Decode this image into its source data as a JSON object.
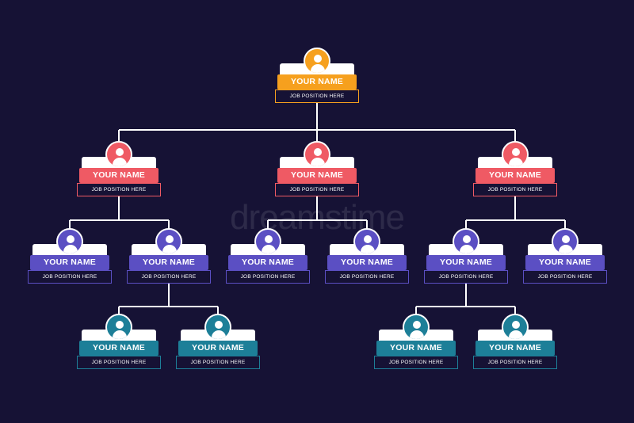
{
  "colors": {
    "background": "#161235",
    "level1": "#f6a01e",
    "level2": "#ef5a64",
    "level3": "#5b4fc3",
    "level4": "#1d7f98",
    "connector": "#ffffff"
  },
  "watermark": "dreamstime",
  "nodes": [
    {
      "id": "ceo",
      "level": 1,
      "name": "YOUR NAME",
      "position": "JOB POSITION HERE"
    },
    {
      "id": "m1",
      "level": 2,
      "name": "YOUR NAME",
      "position": "JOB POSITION HERE"
    },
    {
      "id": "m2",
      "level": 2,
      "name": "YOUR NAME",
      "position": "JOB POSITION HERE"
    },
    {
      "id": "m3",
      "level": 2,
      "name": "YOUR NAME",
      "position": "JOB POSITION HERE"
    },
    {
      "id": "s1",
      "level": 3,
      "name": "YOUR NAME",
      "position": "JOB POSITION HERE"
    },
    {
      "id": "s2",
      "level": 3,
      "name": "YOUR NAME",
      "position": "JOB POSITION HERE"
    },
    {
      "id": "s3",
      "level": 3,
      "name": "YOUR NAME",
      "position": "JOB POSITION HERE"
    },
    {
      "id": "s4",
      "level": 3,
      "name": "YOUR NAME",
      "position": "JOB POSITION HERE"
    },
    {
      "id": "s5",
      "level": 3,
      "name": "YOUR NAME",
      "position": "JOB POSITION HERE"
    },
    {
      "id": "s6",
      "level": 3,
      "name": "YOUR NAME",
      "position": "JOB POSITION HERE"
    },
    {
      "id": "t1",
      "level": 4,
      "name": "YOUR NAME",
      "position": "JOB POSITION HERE"
    },
    {
      "id": "t2",
      "level": 4,
      "name": "YOUR NAME",
      "position": "JOB POSITION HERE"
    },
    {
      "id": "t3",
      "level": 4,
      "name": "YOUR NAME",
      "position": "JOB POSITION HERE"
    },
    {
      "id": "t4",
      "level": 4,
      "name": "YOUR NAME",
      "position": "JOB POSITION HERE"
    }
  ],
  "edges": [
    [
      "ceo",
      "m1"
    ],
    [
      "ceo",
      "m2"
    ],
    [
      "ceo",
      "m3"
    ],
    [
      "m1",
      "s1"
    ],
    [
      "m1",
      "s2"
    ],
    [
      "m2",
      "s3"
    ],
    [
      "m2",
      "s4"
    ],
    [
      "m3",
      "s5"
    ],
    [
      "m3",
      "s6"
    ],
    [
      "s2",
      "t1"
    ],
    [
      "s2",
      "t2"
    ],
    [
      "s5",
      "t3"
    ],
    [
      "s5",
      "t4"
    ]
  ]
}
